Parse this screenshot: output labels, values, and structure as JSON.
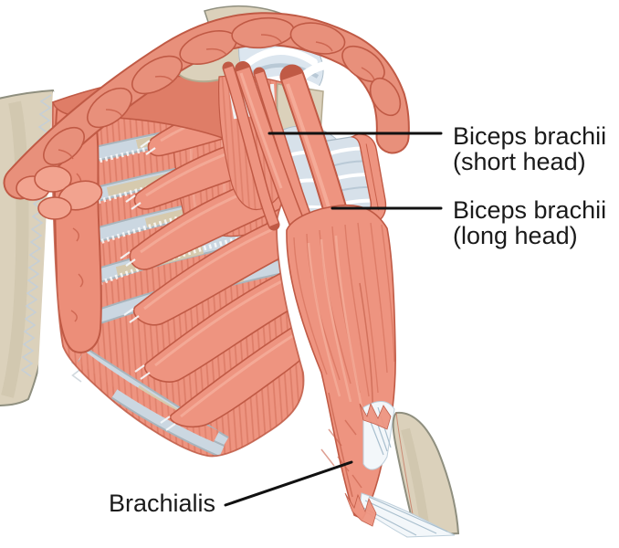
{
  "figure": {
    "kind": "anatomical-illustration",
    "background": "#FFFFFF"
  },
  "labels": {
    "biceps_short": {
      "line1": "Biceps brachii",
      "line2": "(short head)"
    },
    "biceps_long": {
      "line1": "Biceps brachii",
      "line2": "(long head)"
    },
    "brachialis": {
      "text": "Brachialis"
    }
  },
  "palette": {
    "muscle": "#EE9480",
    "muscle_mid": "#DF7D67",
    "muscle_arch": "#E8907B",
    "muscle_light": "#F5AD9A",
    "muscle_pale": "#F2A38F",
    "muscle_deep": "#C9614B",
    "outline": "#C05A45",
    "bone": "#DBD1BB",
    "bone_shadow": "#C9BFA6",
    "bone_outline": "#8F8F7F",
    "rib": "#CBD7E1",
    "rib_shadow": "#A8B4BC",
    "rib_tan": "#D6CAAE",
    "cartilage_line": "#C6CFD6",
    "fascia": "#D7E1EA",
    "fascia_band": "#B9C9D6",
    "capsule": "#DCE6EF",
    "tendon_white": "#F3F7FA",
    "tendon_line": "#A9BFCE",
    "leader": "#111111",
    "text_color": "#1A1A1A",
    "bg": "#FFFFFF"
  }
}
